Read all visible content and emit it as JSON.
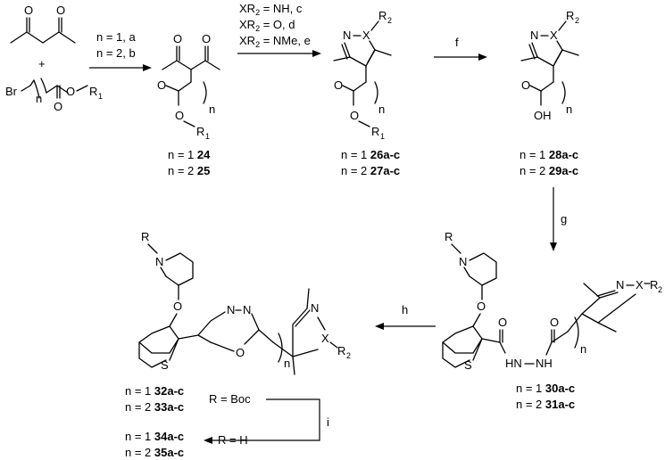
{
  "conditions": {
    "step1_n1": "n = 1, a",
    "step1_n2": "n = 2, b",
    "step2": [
      {
        "text": "XR",
        "sub": "2",
        "rest": " = NH, c"
      },
      {
        "text": "XR",
        "sub": "2",
        "rest": " = O, d"
      },
      {
        "text": "XR",
        "sub": "2",
        "rest": " = NMe, e"
      }
    ],
    "step3": "f",
    "step4": "g",
    "step5": "h",
    "step6": "i"
  },
  "atoms": {
    "O": "O",
    "OH": "OH",
    "N": "N",
    "NN": "N",
    "X": "X",
    "R": "R",
    "R1": "R",
    "R1_sub": "1",
    "R2": "R",
    "R2_sub": "2",
    "S": "S",
    "Br": "Br",
    "n": "n",
    "plus": "+",
    "HN": "HN",
    "NH": "NH"
  },
  "compounds": {
    "c24": {
      "prefix": "n = 1 ",
      "id": "24"
    },
    "c25": {
      "prefix": "n = 2 ",
      "id": "25"
    },
    "c26": {
      "prefix": "n = 1 ",
      "id": "26a-c"
    },
    "c27": {
      "prefix": "n = 2 ",
      "id": "27a-c"
    },
    "c28": {
      "prefix": "n = 1 ",
      "id": "28a-c"
    },
    "c29": {
      "prefix": "n = 2 ",
      "id": "29a-c"
    },
    "c30": {
      "prefix": "n = 1 ",
      "id": "30a-c"
    },
    "c31": {
      "prefix": "n = 2 ",
      "id": "31a-c"
    },
    "c32": {
      "prefix": "n = 1 ",
      "id": "32a-c"
    },
    "c33": {
      "prefix": "n = 2 ",
      "id": "33a-c"
    },
    "c34": {
      "prefix": "n = 1 ",
      "id": "34a-c"
    },
    "c35": {
      "prefix": "n = 2 ",
      "id": "35a-c"
    }
  },
  "r_groups": {
    "boc": "R = Boc",
    "h": "R = H"
  }
}
